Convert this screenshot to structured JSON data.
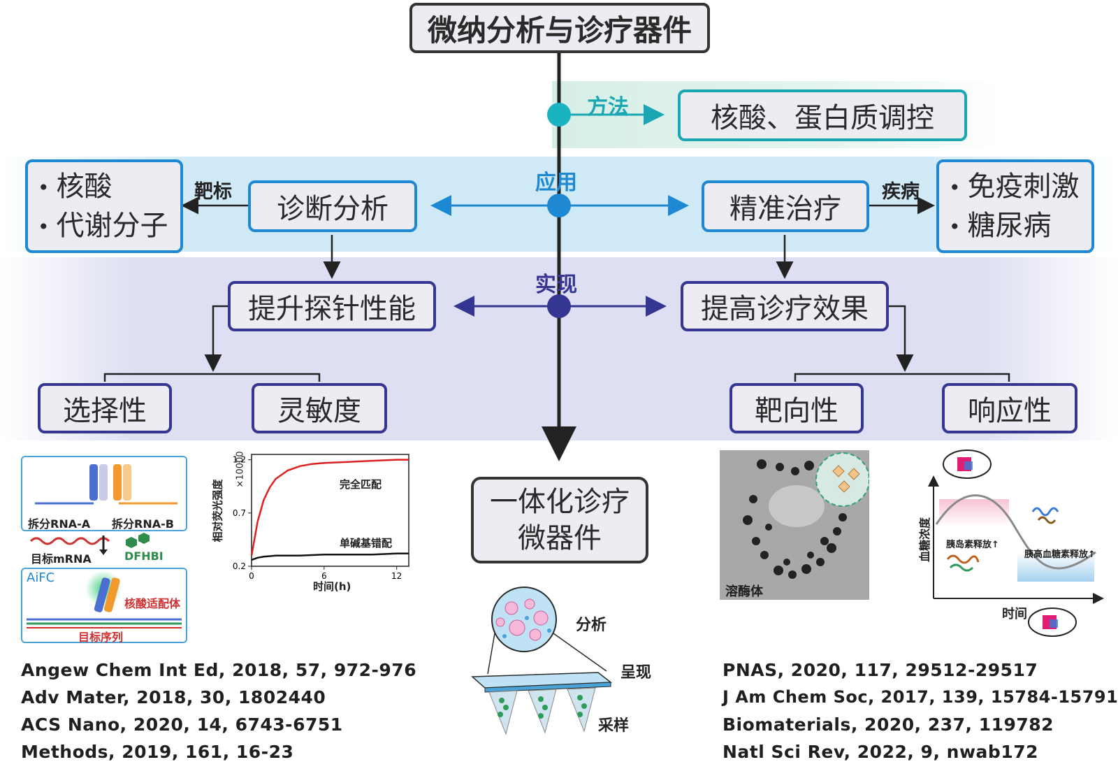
{
  "title": "微纳分析与诊疗器件",
  "method": {
    "label": "方法",
    "box": "核酸、蛋白质调控"
  },
  "application": {
    "label": "应用",
    "left_box": "诊断分析",
    "right_box": "精准治疗",
    "left_arrow_label": "靶标",
    "right_arrow_label": "疾病",
    "targets": [
      "核酸",
      "代谢分子"
    ],
    "diseases": [
      "免疫刺激",
      "糖尿病"
    ]
  },
  "realization": {
    "label": "实现",
    "left_box": "提升探针性能",
    "right_box": "提高诊疗效果",
    "left_children": [
      "选择性",
      "灵敏度"
    ],
    "right_children": [
      "靶向性",
      "响应性"
    ]
  },
  "integrated": {
    "line1": "一体化诊疗",
    "line2": "微器件"
  },
  "probe_figure": {
    "split_a": "拆分RNA-A",
    "split_b": "拆分RNA-B",
    "target_mrna": "目标mRNA",
    "dfhbi": "DFHBI",
    "aifc": "AiFC",
    "aptamer": "核酸适配体",
    "target_seq": "目标序列"
  },
  "fluor_chart": {
    "ylabel": "相对荧光强度",
    "yunit": "×10000",
    "xlabel": "时间(h)",
    "yticks": [
      "1.2",
      "0.7",
      "0.2"
    ],
    "xticks": [
      "0",
      "6",
      "12"
    ],
    "series_labels": [
      "完全匹配",
      "单碱基错配"
    ]
  },
  "chart_data": {
    "type": "line",
    "xlabel": "时间(h)",
    "ylabel": "相对荧光强度 ×10000",
    "xlim": [
      0,
      13
    ],
    "ylim": [
      0.2,
      1.25
    ],
    "series": [
      {
        "name": "完全匹配",
        "color": "#e02020",
        "x": [
          0,
          0.5,
          1,
          1.5,
          2,
          3,
          4,
          5,
          6,
          8,
          10,
          12,
          13
        ],
        "y": [
          0.3,
          0.62,
          0.82,
          0.94,
          1.02,
          1.1,
          1.14,
          1.16,
          1.17,
          1.18,
          1.19,
          1.2,
          1.2
        ]
      },
      {
        "name": "单碱基错配",
        "color": "#111111",
        "x": [
          0,
          0.5,
          1,
          2,
          4,
          6,
          8,
          10,
          12,
          13
        ],
        "y": [
          0.26,
          0.28,
          0.29,
          0.3,
          0.3,
          0.31,
          0.31,
          0.31,
          0.32,
          0.32
        ]
      }
    ]
  },
  "device_figure": {
    "analysis": "分析",
    "display": "呈现",
    "sampling": "采样"
  },
  "tem_label": "溶酶体",
  "glucose_figure": {
    "ylabel": "血糖浓度",
    "xlabel": "时间",
    "insulin": "胰岛素释放↑",
    "glucagon": "胰高血糖素释放↑"
  },
  "refs_left": [
    "Angew Chem Int Ed, 2018, 57, 972-976",
    "Adv Mater, 2018, 30, 1802440",
    "ACS Nano, 2020, 14, 6743-6751",
    "Methods, 2019, 161, 16-23"
  ],
  "refs_right": [
    "PNAS, 2020, 117, 29512-29517",
    "J Am Chem Soc, 2017, 139, 15784-15791",
    "Biomaterials, 2020, 237, 119782",
    "Natl Sci Rev, 2022, 9, nwab172"
  ],
  "colors": {
    "teal": "#1aa6b3",
    "blue": "#1e88d2",
    "navy": "#353592",
    "red": "#e02020"
  }
}
